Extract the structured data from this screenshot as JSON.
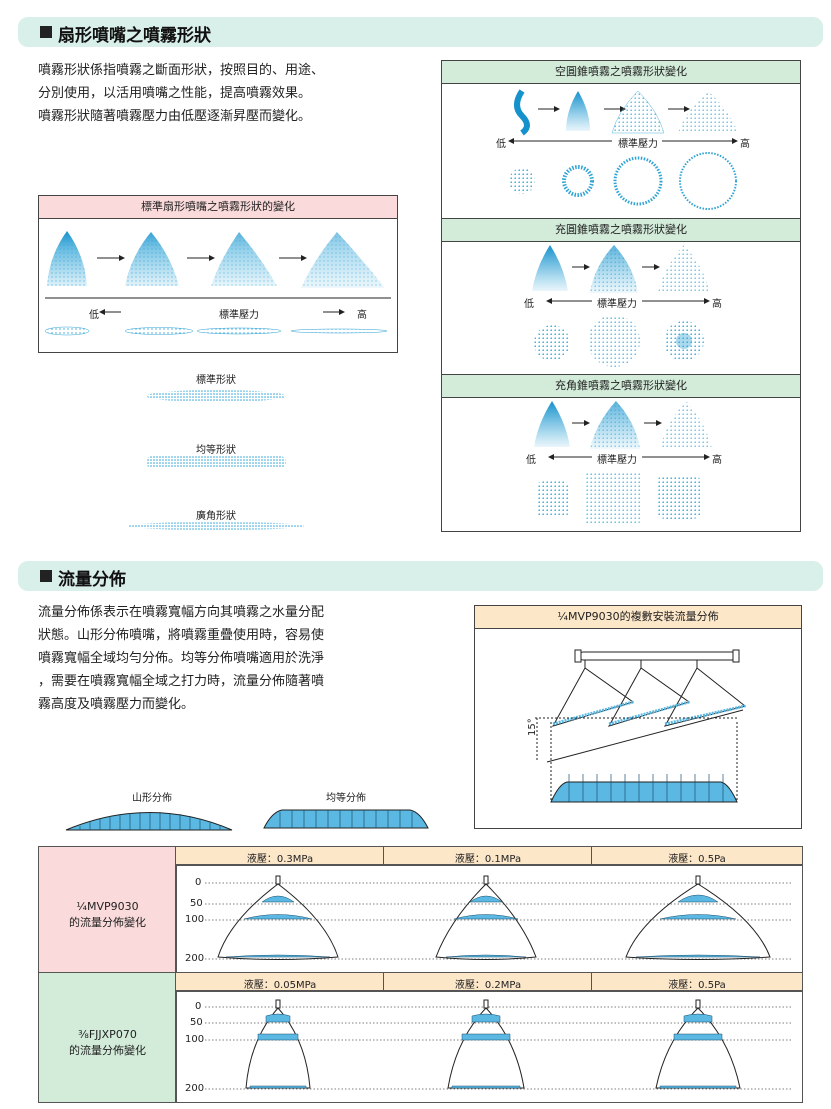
{
  "section1": {
    "title": "扇形噴嘴之噴霧形狀",
    "lines": [
      "噴霧形狀係指噴霧之斷面形狀，按照目的、用途、",
      "分別使用，以活用噴嘴之性能，提高噴霧效果。",
      "噴霧形狀隨著噴霧壓力由低壓逐漸昇壓而變化。"
    ],
    "fan_box": {
      "caption": "標準扇形噴嘴之噴霧形狀的變化",
      "low": "低",
      "mid": "標準壓力",
      "high": "高"
    },
    "shapes": [
      "標準形狀",
      "均等形狀",
      "廣角形狀"
    ],
    "hollow": {
      "caption": "空圓錐噴霧之噴霧形狀變化",
      "low": "低",
      "mid": "標準壓力",
      "high": "高"
    },
    "full": {
      "caption": "充圓錐噴霧之噴霧形狀變化",
      "low": "低",
      "mid": "標準壓力",
      "high": "高"
    },
    "square": {
      "caption": "充角錐噴霧之噴霧形狀變化",
      "low": "低",
      "mid": "標準壓力",
      "high": "高"
    }
  },
  "section2": {
    "title": "流量分佈",
    "lines": [
      "流量分佈係表示在噴霧寬幅方向其噴霧之水量分配",
      "狀態。山形分佈噴嘴，將噴霧重疊使用時，容易使",
      "噴霧寬幅全域均勻分佈。均等分佈噴嘴適用於洗淨",
      "，需要在噴霧寬幅全域之打力時，流量分佈隨著噴",
      "霧高度及噴霧壓力而變化。"
    ],
    "mountain_label": "山形分佈",
    "even_label": "均等分佈",
    "multi": {
      "caption": "¼MVP9030的複數安裝流量分佈",
      "angle": "15°"
    },
    "table": {
      "row1": {
        "label1": "¼MVP9030",
        "label2": "的流量分佈變化",
        "pressures": [
          "液壓：0.3MPa",
          "液壓：0.1MPa",
          "液壓：0.5Pa"
        ],
        "ticks": [
          "0",
          "50",
          "100",
          "200"
        ]
      },
      "row2": {
        "label1": "⅜FJJXP070",
        "label2": "的流量分佈變化",
        "pressures": [
          "液壓：0.05MPa",
          "液壓：0.2MPa",
          "液壓：0.5Pa"
        ],
        "ticks": [
          "0",
          "50",
          "100",
          "200"
        ]
      }
    }
  },
  "colors": {
    "accent": "#2ea3d6",
    "header_bg": "#d9efe9",
    "pink": "#fadadb",
    "green": "#d3ebd9",
    "peach": "#fde7c9"
  }
}
